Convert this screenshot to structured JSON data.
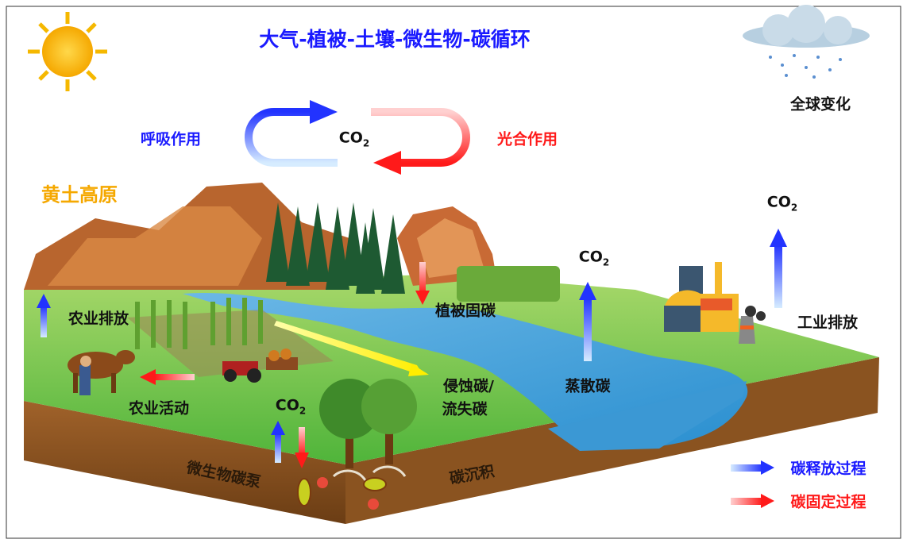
{
  "title": "大气-植被-土壤-微生物-碳循环",
  "global_change": "全球变化",
  "respiration": "呼吸作用",
  "photosynthesis": "光合作用",
  "loess_plateau": "黄土高原",
  "co2_main": "CO",
  "co2_sub": "2",
  "labels": {
    "agri_emission": "农业排放",
    "vegetation_fixation": "植被固碳",
    "industry_emission": "工业排放",
    "agri_activity": "农业活动",
    "erosion_line1": "侵蚀碳/",
    "erosion_line2": "流失碳",
    "evapotranspiration": "蒸散碳",
    "microbial_pump": "微生物碳泵",
    "sedimentation": "碳沉积"
  },
  "legend": {
    "release": "碳释放过程",
    "fixation": "碳固定过程"
  },
  "colors": {
    "release": "#2233ff",
    "fixation": "#ff2222",
    "title": "#1a1aff",
    "loess": "#f5a800"
  }
}
